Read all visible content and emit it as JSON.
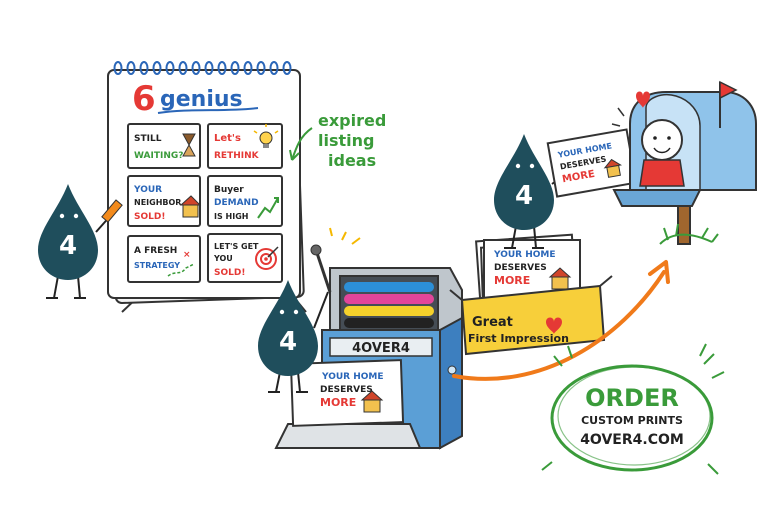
{
  "notepad": {
    "number": "6",
    "title": "genius",
    "cards": [
      {
        "line1": "STILL",
        "line2": "WAITING?",
        "line3": ""
      },
      {
        "line1": "Let's",
        "line2": "RETHINK",
        "line3": ""
      },
      {
        "line1": "YOUR",
        "line2": "NEIGHBOR",
        "line3": "SOLD!"
      },
      {
        "line1": "Buyer",
        "line2": "DEMAND",
        "line3": "IS HIGH"
      },
      {
        "line1": "A FRESH",
        "line2": "STRATEGY",
        "line3": ""
      },
      {
        "line1": "LET'S GET",
        "line2": "YOU",
        "line3": "SOLD!"
      }
    ]
  },
  "side_note": {
    "line1": "expired",
    "line2": "listing",
    "line3": "ideas"
  },
  "mascot_mark": "4",
  "printer": {
    "brand": "4OVER4"
  },
  "printed_card": {
    "line1": "YOUR HOME",
    "line2": "DESERVES",
    "line3": "MORE"
  },
  "box": {
    "line1": "Great",
    "line2": "First Impression"
  },
  "cta": {
    "line1": "ORDER",
    "line2": "CUSTOM PRINTS",
    "line3": "4OVER4.COM"
  },
  "colors": {
    "mascot": "#1f4e5c",
    "accent_red": "#e53935",
    "accent_green": "#3a9b3a",
    "accent_blue": "#2a66b8",
    "arrow_orange": "#f07a1a",
    "box_yellow": "#f7cf3a",
    "printer_blue": "#5b9fd6",
    "mailbox_blue": "#8fc3ea"
  }
}
